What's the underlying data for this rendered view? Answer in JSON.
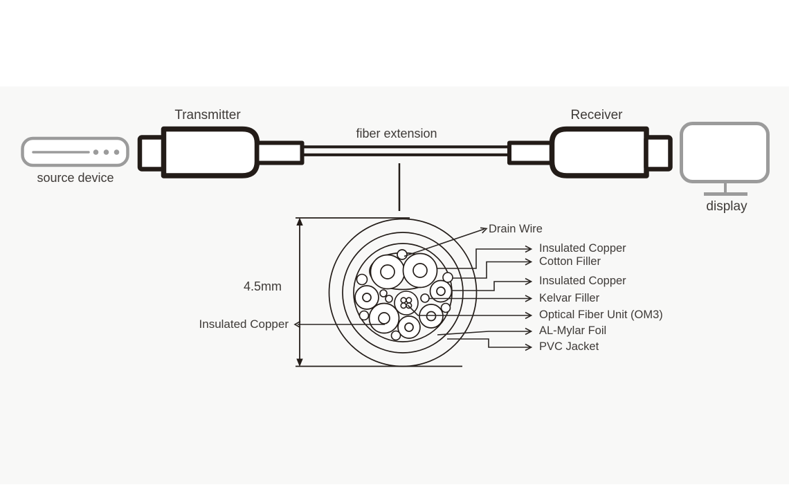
{
  "colors": {
    "band_background": "#f8f8f7",
    "page_background": "#ffffff",
    "dark_line": "#231c18",
    "device_gray": "#9b9b9b",
    "text": "#3e3a37"
  },
  "diagram": {
    "transmitter_label": "Transmitter",
    "receiver_label": "Receiver",
    "cable_label": "fiber extension",
    "source_device_label": "source device",
    "display_label": "display"
  },
  "cross_section": {
    "diameter_label": "4.5mm",
    "left_callout": {
      "label": "Insulated Copper"
    },
    "callouts": [
      {
        "label": "Drain Wire"
      },
      {
        "label": "Insulated Copper"
      },
      {
        "label": "Cotton Filler"
      },
      {
        "label": "Insulated Copper"
      },
      {
        "label": "Kelvar Filler"
      },
      {
        "label": "Optical Fiber Unit (OM3)"
      },
      {
        "label": "AL-Mylar Foil"
      },
      {
        "label": "PVC Jacket"
      }
    ]
  }
}
